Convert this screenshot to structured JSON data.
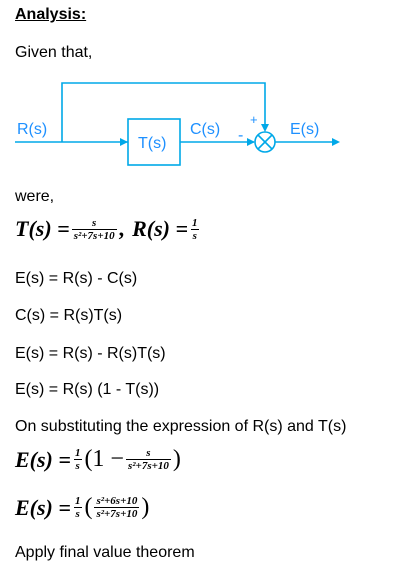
{
  "heading": "Analysis:",
  "given": "Given that,",
  "diagram": {
    "input_label": "R(s)",
    "block_label": "T(s)",
    "output_label": "C(s)",
    "minus_sign": "-",
    "plus_sign": "+",
    "error_label": "E(s)",
    "line_color": "#00a8e8",
    "text_color": "#1e90ff"
  },
  "were": "were,",
  "eq_T": {
    "lhs": "T(s) =",
    "num": "s",
    "den": "s²+7s+10",
    "sep": ",",
    "r_lhs": "R(s) =",
    "r_num": "1",
    "r_den": "s"
  },
  "lines": [
    "E(s) = R(s) - C(s)",
    "C(s) = R(s)T(s)",
    "E(s) = R(s) - R(s)T(s)",
    "E(s) = R(s) (1 - T(s))",
    "On substituting the expression of R(s)  and T(s)"
  ],
  "eq_E1": {
    "lhs": "E(s) =",
    "f_num": "1",
    "f_den": "s",
    "open": "(1 −",
    "num": "s",
    "den": "s²+7s+10",
    "close": ")"
  },
  "eq_E2": {
    "lhs": "E(s) =",
    "f_num": "1",
    "f_den": "s",
    "open": "(",
    "num": "s²+6s+10",
    "den": "s²+7s+10",
    "close": ")"
  },
  "final": "Apply final value theorem"
}
